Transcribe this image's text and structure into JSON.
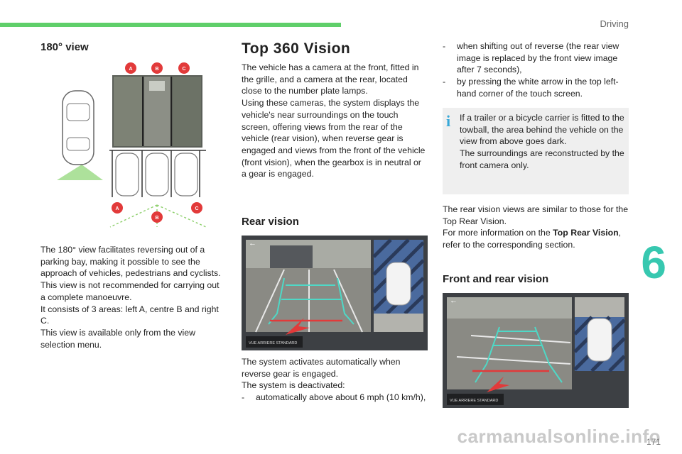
{
  "header": {
    "section": "Driving",
    "chapter": "6",
    "page": "171"
  },
  "col1": {
    "title": "180° view",
    "labels": {
      "a": "A",
      "b": "B",
      "c": "C"
    },
    "body": [
      "The 180° view facilitates reversing out of a parking bay, making it possible to see the approach of vehicles, pedestrians and cyclists.",
      "This view is not recommended for carrying out a complete manoeuvre.",
      "It consists of 3 areas: left A, centre B and right C.",
      "This view is available only from the view selection menu."
    ]
  },
  "col2": {
    "title": "Top 360 Vision",
    "intro": [
      "The vehicle has a camera at the front, fitted in the grille, and a camera at the rear, located close to the number plate lamps.",
      "Using these cameras, the system displays the vehicle's near surroundings on the touch screen, offering views from the rear of the vehicle (rear vision), when reverse gear is engaged and views from the front of the vehicle (front vision), when the gearbox is in neutral or a gear is engaged."
    ],
    "rear_title": "Rear vision",
    "screen_caption": "VUE ARRIERE STANDARD",
    "rear_text": [
      "The system activates automatically when reverse gear is engaged.",
      "The system is deactivated:"
    ],
    "rear_list": [
      "automatically above about 6 mph (10 km/h),"
    ]
  },
  "col3": {
    "list": [
      "when shifting out of reverse (the rear view image is replaced by the front view image after 7 seconds),",
      "by pressing the white arrow in the top left-hand corner of the touch screen."
    ],
    "info": [
      "If a trailer or a bicycle carrier is fitted to the towball, the area behind the vehicle on the view from above goes dark.",
      "The surroundings are reconstructed by the front camera only."
    ],
    "similar": "The rear vision views are similar to those for the Top Rear Vision.",
    "more_pre": "For more information on the ",
    "more_bold": "Top Rear Vision",
    "more_post": ", refer to the corresponding section.",
    "front_title": "Front and rear vision",
    "screen_caption": "VUE ARRIERE STANDARD"
  },
  "colors": {
    "accent_green": "#5fcf6a",
    "chapter_teal": "#37c8b0",
    "badge_red": "#e23a3a",
    "info_blue": "#37a8d8"
  },
  "watermark": "carmanualsonline.info"
}
